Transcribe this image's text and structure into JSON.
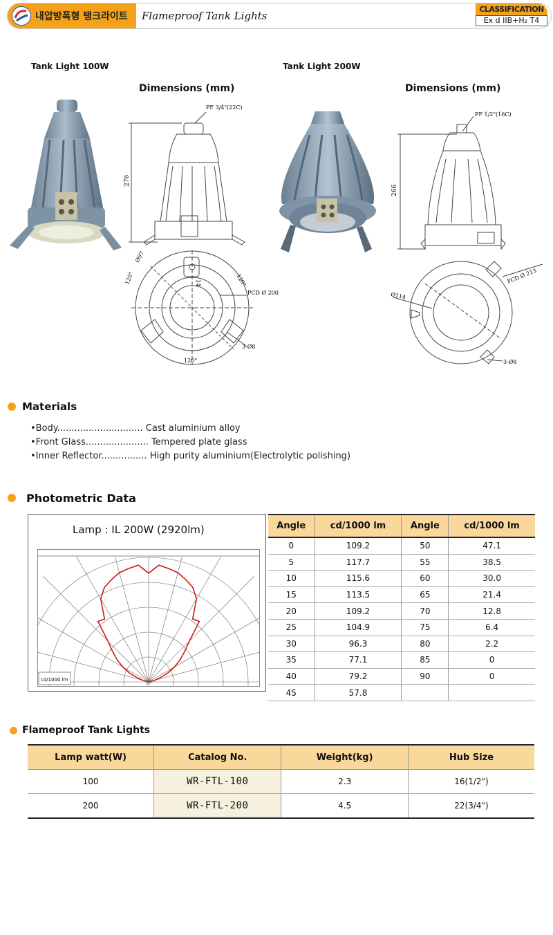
{
  "header": {
    "title_kr": "내압방폭형 탱크라이트",
    "title_en": "Flameproof Tank Lights",
    "classification_label": "CLASSIFICATION",
    "classification_value": "Ex d  IIB+H₂ T4"
  },
  "products": [
    {
      "label": "Tank Light 100W",
      "dimensions_title": "Dimensions (mm)",
      "annotations": {
        "thread": "PF 3/4\"(22C)",
        "height": "276",
        "dia": "Ø97",
        "offset": "14",
        "angle_left": "120°",
        "angle_right": "120°",
        "angle_bottom": "120°",
        "pcd": "PCD Ø 200",
        "holes": "3-Ø8"
      }
    },
    {
      "label": "Tank Light 200W",
      "dimensions_title": "Dimensions (mm)",
      "annotations": {
        "thread": "PF 1/2\"(16C)",
        "height": "266",
        "dia": "Ø114",
        "pcd": "PCD Ø 213",
        "holes": "3-Ø8"
      }
    }
  ],
  "materials": {
    "title": "Materials",
    "items": [
      {
        "name": "•Body",
        "leader": "..............................",
        "value": "Cast aluminium alloy"
      },
      {
        "name": "•Front Glass",
        "leader": "......................",
        "value": "Tempered plate glass"
      },
      {
        "name": "•Inner Reflector",
        "leader": "................",
        "value": "High purity aluminium(Electrolytic polishing)"
      }
    ]
  },
  "photometric": {
    "title": "Photometric Data",
    "lamp_label": "Lamp : IL 200W (2920lm)",
    "unit_label": "cd/1000 lm",
    "zero_label": "0°",
    "headers": [
      "Angle",
      "cd/1000 lm",
      "Angle",
      "cd/1000 lm"
    ],
    "rows": [
      [
        "0",
        "109.2",
        "50",
        "47.1"
      ],
      [
        "5",
        "117.7",
        "55",
        "38.5"
      ],
      [
        "10",
        "115.6",
        "60",
        "30.0"
      ],
      [
        "15",
        "113.5",
        "65",
        "21.4"
      ],
      [
        "20",
        "109.2",
        "70",
        "12.8"
      ],
      [
        "25",
        "104.9",
        "75",
        "6.4"
      ],
      [
        "30",
        "96.3",
        "80",
        "2.2"
      ],
      [
        "35",
        "77.1",
        "85",
        "0"
      ],
      [
        "40",
        "79.2",
        "90",
        "0"
      ],
      [
        "45",
        "57.8",
        "",
        ""
      ]
    ]
  },
  "chart_data": {
    "type": "polar",
    "series": [
      {
        "values_cd": [
          [
            0,
            109.2
          ],
          [
            5,
            117.7
          ],
          [
            10,
            115.6
          ],
          [
            15,
            113.5
          ],
          [
            20,
            109.2
          ],
          [
            25,
            104.9
          ],
          [
            30,
            96.3
          ],
          [
            35,
            77.1
          ],
          [
            40,
            79.2
          ],
          [
            45,
            57.8
          ],
          [
            50,
            47.1
          ],
          [
            55,
            38.5
          ],
          [
            60,
            30.0
          ],
          [
            65,
            21.4
          ],
          [
            70,
            12.8
          ],
          [
            75,
            6.4
          ],
          [
            80,
            2.2
          ],
          [
            85,
            0
          ],
          [
            90,
            0
          ]
        ]
      }
    ],
    "line_color": "#cc1a10",
    "grid": true
  },
  "spec": {
    "title": "Flameproof Tank Lights",
    "headers": [
      "Lamp watt(W)",
      "Catalog No.",
      "Weight(kg)",
      "Hub Size"
    ],
    "rows": [
      [
        "100",
        "WR-FTL-100",
        "2.3",
        "16(1/2\")"
      ],
      [
        "200",
        "WR-FTL-200",
        "4.5",
        "22(3/4\")"
      ]
    ]
  },
  "colors": {
    "accent": "#f5a21b",
    "table_header": "#fad79b",
    "catalog_cell": "#f6f1df"
  }
}
